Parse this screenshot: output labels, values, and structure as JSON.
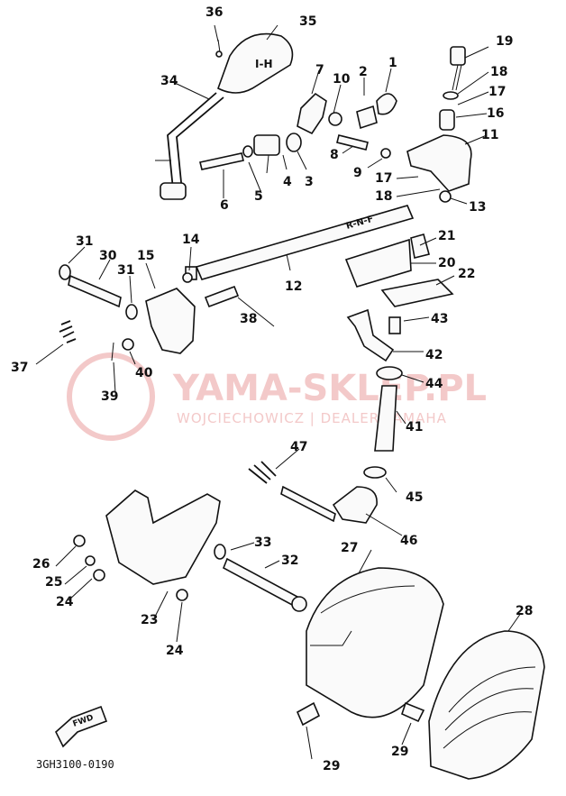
{
  "diagram": {
    "code": "3GH3100-0190",
    "fwd_label": "FWD",
    "knob_mark": "I-H",
    "rod_mark": "R-N-F",
    "watermark": {
      "title": "YAMA-SKLEP.PL",
      "subtitle": "WOJCIECHOWICZ | DEALER YAMAHA",
      "logo_color": "#e23b3b"
    },
    "callouts": [
      "1",
      "2",
      "3",
      "4",
      "5",
      "6",
      "7",
      "8",
      "9",
      "10",
      "11",
      "12",
      "13",
      "14",
      "15",
      "16",
      "17",
      "17",
      "18",
      "18",
      "19",
      "20",
      "21",
      "22",
      "23",
      "24",
      "24",
      "25",
      "26",
      "27",
      "28",
      "29",
      "29",
      "30",
      "31",
      "31",
      "32",
      "33",
      "34",
      "35",
      "36",
      "37",
      "38",
      "39",
      "40",
      "41",
      "42",
      "43",
      "44",
      "45",
      "46",
      "47"
    ]
  }
}
